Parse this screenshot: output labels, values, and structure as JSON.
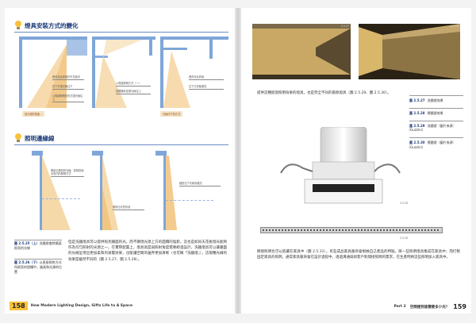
{
  "left_page": {
    "section1_title": "燈具安裝方式的變化",
    "section2_title": "照明邊緣線",
    "fig1_tags": {
      "a1": "燈具在此收納於天花板內",
      "a2": "在下方讓光線往下",
      "a3": "以間接照明的形式讓光線往上",
      "b1": "以間接照明方式（一）",
      "b2": "隱藏器具並讓光線往上",
      "c1": "燈具在此收納",
      "c2": "往下方安裝燈具",
      "pill1": "從光源的角度...",
      "pill2": "光線向下的方式"
    },
    "fig2_tags": {
      "a1": "照射出柔和的光線、是相當適合室內的照明方式",
      "b1": "照射出光的形狀",
      "c1": "越是往下光線會越亮"
    },
    "caption1_label": "圖 2.5.25（上）",
    "caption1_text": "洗牆燈會將牆面照亮的光線",
    "caption2_label": "圖 2.5.26（下）",
    "caption2_text": "以直接照射方式所照亮的燈槽中，器具和光源的位置",
    "body": "但是洗牆燈具可以提供照亮牆面的光，而不顯現光源上方的面積的陰影。這也是如同天花板燈光能夠作為均勻照射的光源之一。在實際配置上，燈具高度與照射角度需要經過設計，洗牆燈具可以讓牆面的光線呈現出更加柔和的漸層效果，也能讓空間的邊界更加清晰（也可稱「洗牆燈」），這兩種光線的效果是截然不同的（圖 2.5.27、圖 2.5.28）。",
    "page_number": "158",
    "footer_title": "How Modern Lighting Design, Gifts Life to A Space"
  },
  "right_page": {
    "photo1_label": "2.5.27",
    "photo2_label": "2.5.28",
    "intro": "提供這種嵌燈照明效果的燈具，也是完全不同的兩款燈具（圖 2.5.29、圖 2.5.30）。",
    "side_notes": [
      {
        "label": "圖 2.5.27",
        "text": "洗牆燈效果"
      },
      {
        "label": "圖 2.5.28",
        "text": "擦牆燈效果"
      },
      {
        "label": "圖 2.5.29",
        "text": "洗牆燈（圖片來源：iGuzzini）"
      },
      {
        "label": "圖 2.5.30",
        "text": "擦牆燈（圖片來源：iGuzzini）"
      }
    ],
    "fig_no_a": "2.5.29",
    "fig_no_b": "2.5.30",
    "body": "間接照明也可以嵌藏在家具中（圖 2.5.31），有些成品家具廠商會根據自己產品的特點，將一些照明燈具集成在家具中；而打製固定家具的照明，通常家具廠商會在設計過程中，透過溝通與如客戶對間接照明的需求，在生產時將這些照明加入家具中。",
    "part_label": "Part 2",
    "footer_title": "空間裡到底需要多少光？",
    "page_number": "159"
  },
  "colors": {
    "accent_blue": "#1f3d7a",
    "wall_blue": "#7fa6d9",
    "light_warm": "#f4cf93",
    "page_tab_yellow": "#f7c23b"
  }
}
